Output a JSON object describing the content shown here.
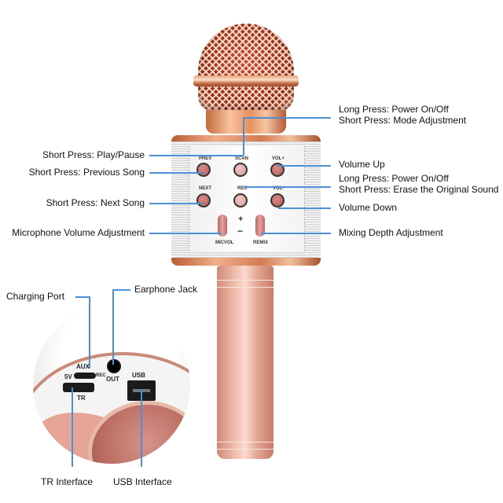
{
  "callouts": {
    "play_pause": "Short Press: Play/Pause",
    "previous_song": "Short Press: Previous Song",
    "next_song": "Short Press: Next Song",
    "mic_volume": "Microphone Volume Adjustment",
    "scan_long": "Long Press: Power On/Off",
    "scan_short": "Short Press: Mode Adjustment",
    "volume_up": "Volume Up",
    "rec_long": "Long Press: Power On/Off",
    "rec_short": "Short Press: Erase the Original Sound",
    "volume_down": "Volume Down",
    "mixing_depth": "Mixing Depth Adjustment",
    "charging_port": "Charging Port",
    "earphone_jack": "Earphone Jack",
    "tr_interface": "TR Interface",
    "usb_interface": "USB Interface"
  },
  "buttons": {
    "prev": "PREV",
    "scan": "SCAN",
    "vol_up": "VOL+",
    "next": "NEXT",
    "rec": "REC",
    "vol_down": "VOL-",
    "plus": "+",
    "minus": "−",
    "micvol": "MICVOL",
    "remix": "REMIX"
  },
  "ports": {
    "aux": "AUX",
    "rec": "REC",
    "five_v": "5V",
    "out": "OUT",
    "usb": "USB",
    "tr": "TR"
  },
  "colors": {
    "callout_line": "#4a90d9",
    "rose_gold": "#e5a797",
    "button": "#b65c5a"
  }
}
